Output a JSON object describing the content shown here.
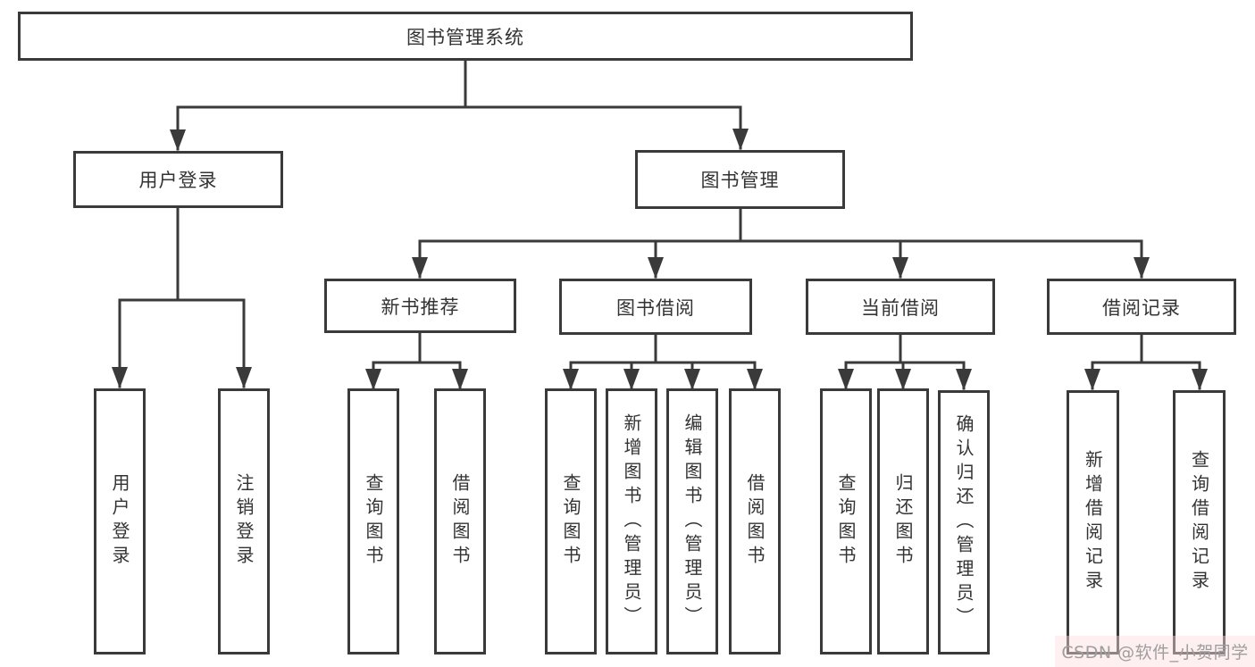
{
  "tree": {
    "root": "图书管理系统",
    "level2": [
      {
        "label": "用户登录",
        "children": [
          "用户登录",
          "注销登录"
        ]
      },
      {
        "label": "图书管理",
        "children": [
          {
            "label": "新书推荐",
            "children": [
              "查询图书",
              "借阅图书"
            ]
          },
          {
            "label": "图书借阅",
            "children": [
              "查询图书",
              "新增图书（管理员）",
              "编辑图书（管理员）",
              "借阅图书"
            ]
          },
          {
            "label": "当前借阅",
            "children": [
              "查询图书",
              "归还图书",
              "确认归还（管理员）"
            ]
          },
          {
            "label": "借阅记录",
            "children": [
              "新增借阅记录",
              "查询借阅记录"
            ]
          }
        ]
      }
    ]
  },
  "watermark": {
    "text": "CSDN @软件_小贺同学"
  },
  "colors": {
    "line": "#3a3a3a",
    "text": "#333333",
    "box_background": "#ffffff",
    "watermark_text": "#9e9e9e"
  }
}
